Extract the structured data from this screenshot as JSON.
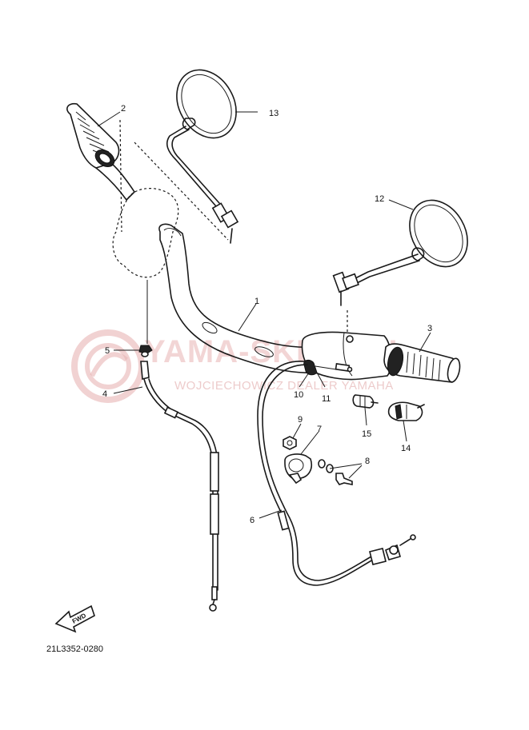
{
  "diagram_code": "21L3352-0280",
  "fwd_label": "FWD",
  "watermark": {
    "title": "YAMA-SKLEP.PL",
    "subtitle": "WOJCIECHOWICZ DEALER YAMAHA",
    "color": "#d44a4a"
  },
  "callouts": {
    "c1": "1",
    "c2": "2",
    "c3": "3",
    "c4": "4",
    "c5": "5",
    "c6": "6",
    "c7": "7",
    "c8": "8",
    "c9": "9",
    "c10": "10",
    "c11": "11",
    "c12": "12",
    "c13": "13",
    "c14": "14",
    "c15": "15"
  }
}
